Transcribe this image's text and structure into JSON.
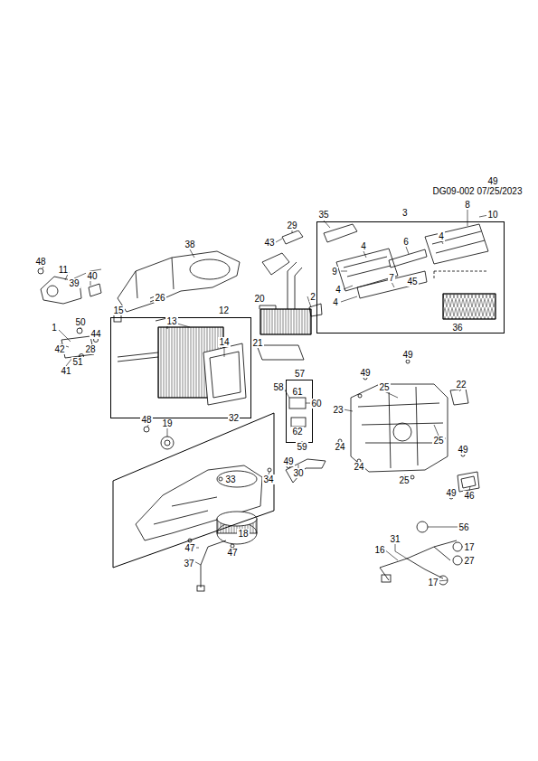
{
  "diagram": {
    "nodes": [
      {
        "text": [
          "3"
        ]
      },
      {
        "text": [
          "12"
        ]
      },
      {
        "text": [
          "57"
        ]
      },
      {
        "text": [
          "32"
        ]
      }
    ],
    "labels": [
      "DG09-002 07/25/2023",
      "49",
      "35",
      "8",
      "10",
      "29",
      "43",
      "38",
      "6",
      "4",
      "4",
      "9",
      "7",
      "45",
      "4",
      "4",
      "36",
      "48",
      "11",
      "39",
      "40",
      "26",
      "20",
      "2",
      "13",
      "15",
      "50",
      "1",
      "44",
      "42",
      "28",
      "51",
      "41",
      "14",
      "21",
      "49",
      "49",
      "25",
      "58",
      "61",
      "60",
      "62",
      "59",
      "22",
      "23",
      "25",
      "49",
      "24",
      "24",
      "25",
      "46",
      "49",
      "48",
      "19",
      "49",
      "30",
      "34",
      "33",
      "18",
      "47",
      "47",
      "37",
      "56",
      "31",
      "16",
      "17",
      "27",
      "17"
    ]
  }
}
